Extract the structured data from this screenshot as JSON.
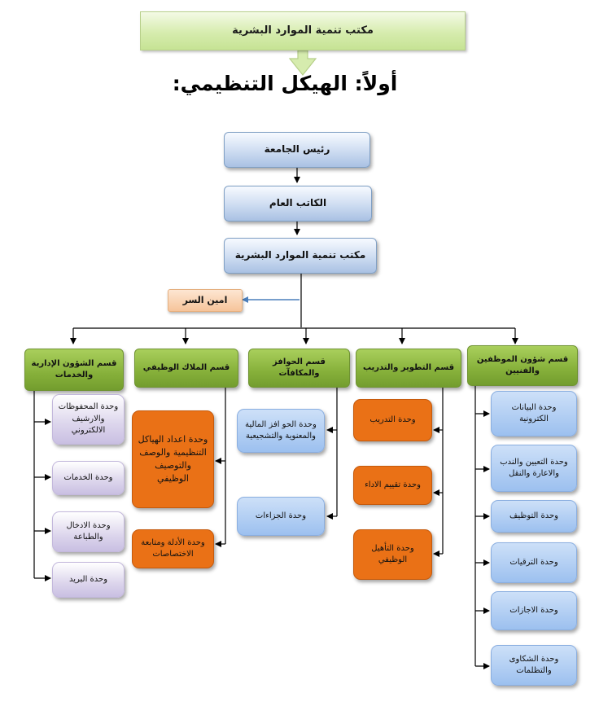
{
  "banner": {
    "title": "مكتب تنمية الموارد البشرية"
  },
  "heading": "أولاً: الهيكل التنظيمي:",
  "top_chain": {
    "president": "رئيس الجامعة",
    "secretary_general": "الكاتب العام",
    "hr_office": "مكتب تنمية الموارد البشرية",
    "secretary": "امين السر"
  },
  "departments": [
    {
      "name": "قسم شؤون الموظفين والفنيين",
      "units": [
        "وحدة البيانات الكترونية",
        "وحدة التعيين والندب والاعارة والنقل",
        "وحدة التوظيف",
        "وحدة الترقيات",
        "وحدة الاجازات",
        "وحدة الشكاوى والتظلمات"
      ]
    },
    {
      "name": "قسم التطوير والتدريب",
      "units": [
        "وحدة التدريب",
        "وحدة تقييم الاداء",
        "وحدة التأهيل الوظيفي"
      ]
    },
    {
      "name": "قسم الحوافز والمكافآت",
      "units": [
        "وحدة الحو افز المالية والمعنوية والتشجيعية",
        "وحدة الجزاءات"
      ]
    },
    {
      "name": "قسم الملاك الوظيفي",
      "units": [
        "وحدة اعداد الهياكل التنظيمية والوصف والتوصيف الوظيفي",
        "وحدة الأدلة ومتابعة الاختصاصات"
      ]
    },
    {
      "name": "قسم الشؤون الإدارية والخدمات",
      "units": [
        "وحدة المحفوظات والارشيف الالكتروني",
        "وحدة الخدمات",
        "وحدة الادخال والطباعة",
        "وحدة البريد"
      ]
    }
  ],
  "colors": {
    "department_green": "#86b03a",
    "unit_blue": "#9cc0ef",
    "unit_orange": "#ea7116",
    "unit_purple": "#dcd5ec",
    "secretary_peach": "#f6c49a",
    "connector_blue": "#4a7ebb"
  }
}
